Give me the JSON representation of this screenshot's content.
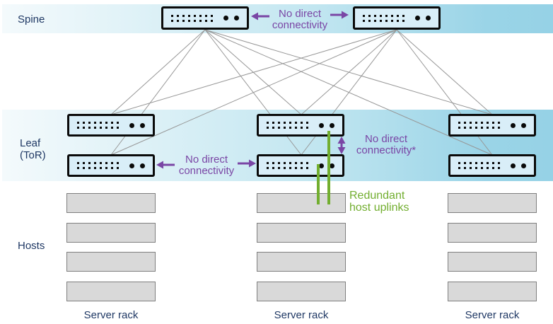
{
  "title": "Spine-leaf network topology diagram",
  "layers": {
    "spine": "Spine",
    "leaf_line1": "Leaf",
    "leaf_line2": "(ToR)",
    "hosts": "Hosts"
  },
  "annotations": {
    "spine_gap": {
      "line1": "No direct",
      "line2": "connectivity"
    },
    "leaf_gap": {
      "line1": "No direct",
      "line2": "connectivity"
    },
    "tor_gap": {
      "line1": "No direct",
      "line2": "connectivity*"
    },
    "host_uplinks": {
      "line1": "Redundant",
      "line2": "host uplinks"
    }
  },
  "racks": [
    {
      "label": "Server rack"
    },
    {
      "label": "Server rack"
    },
    {
      "label": "Server rack"
    }
  ],
  "counts": {
    "spine_switches": 2,
    "racks": 3,
    "leaf_switches_per_rack": 2,
    "hosts_per_rack": 4,
    "ports_per_switch_row": 8,
    "port_rows": 2,
    "indicator_dots_per_switch": 2
  },
  "colors": {
    "band_gradient_left": "#f4fafc",
    "band_gradient_right": "#96d2e6",
    "switch_fill": "#d9eef8",
    "switch_border": "#0a0a0a",
    "host_fill": "#d9d9d9",
    "host_border": "#7f7f7f",
    "link_gray": "#999999",
    "annotation_purple": "#7a46a5",
    "uplink_green": "#72ae2f",
    "label_navy": "#1f3864"
  }
}
